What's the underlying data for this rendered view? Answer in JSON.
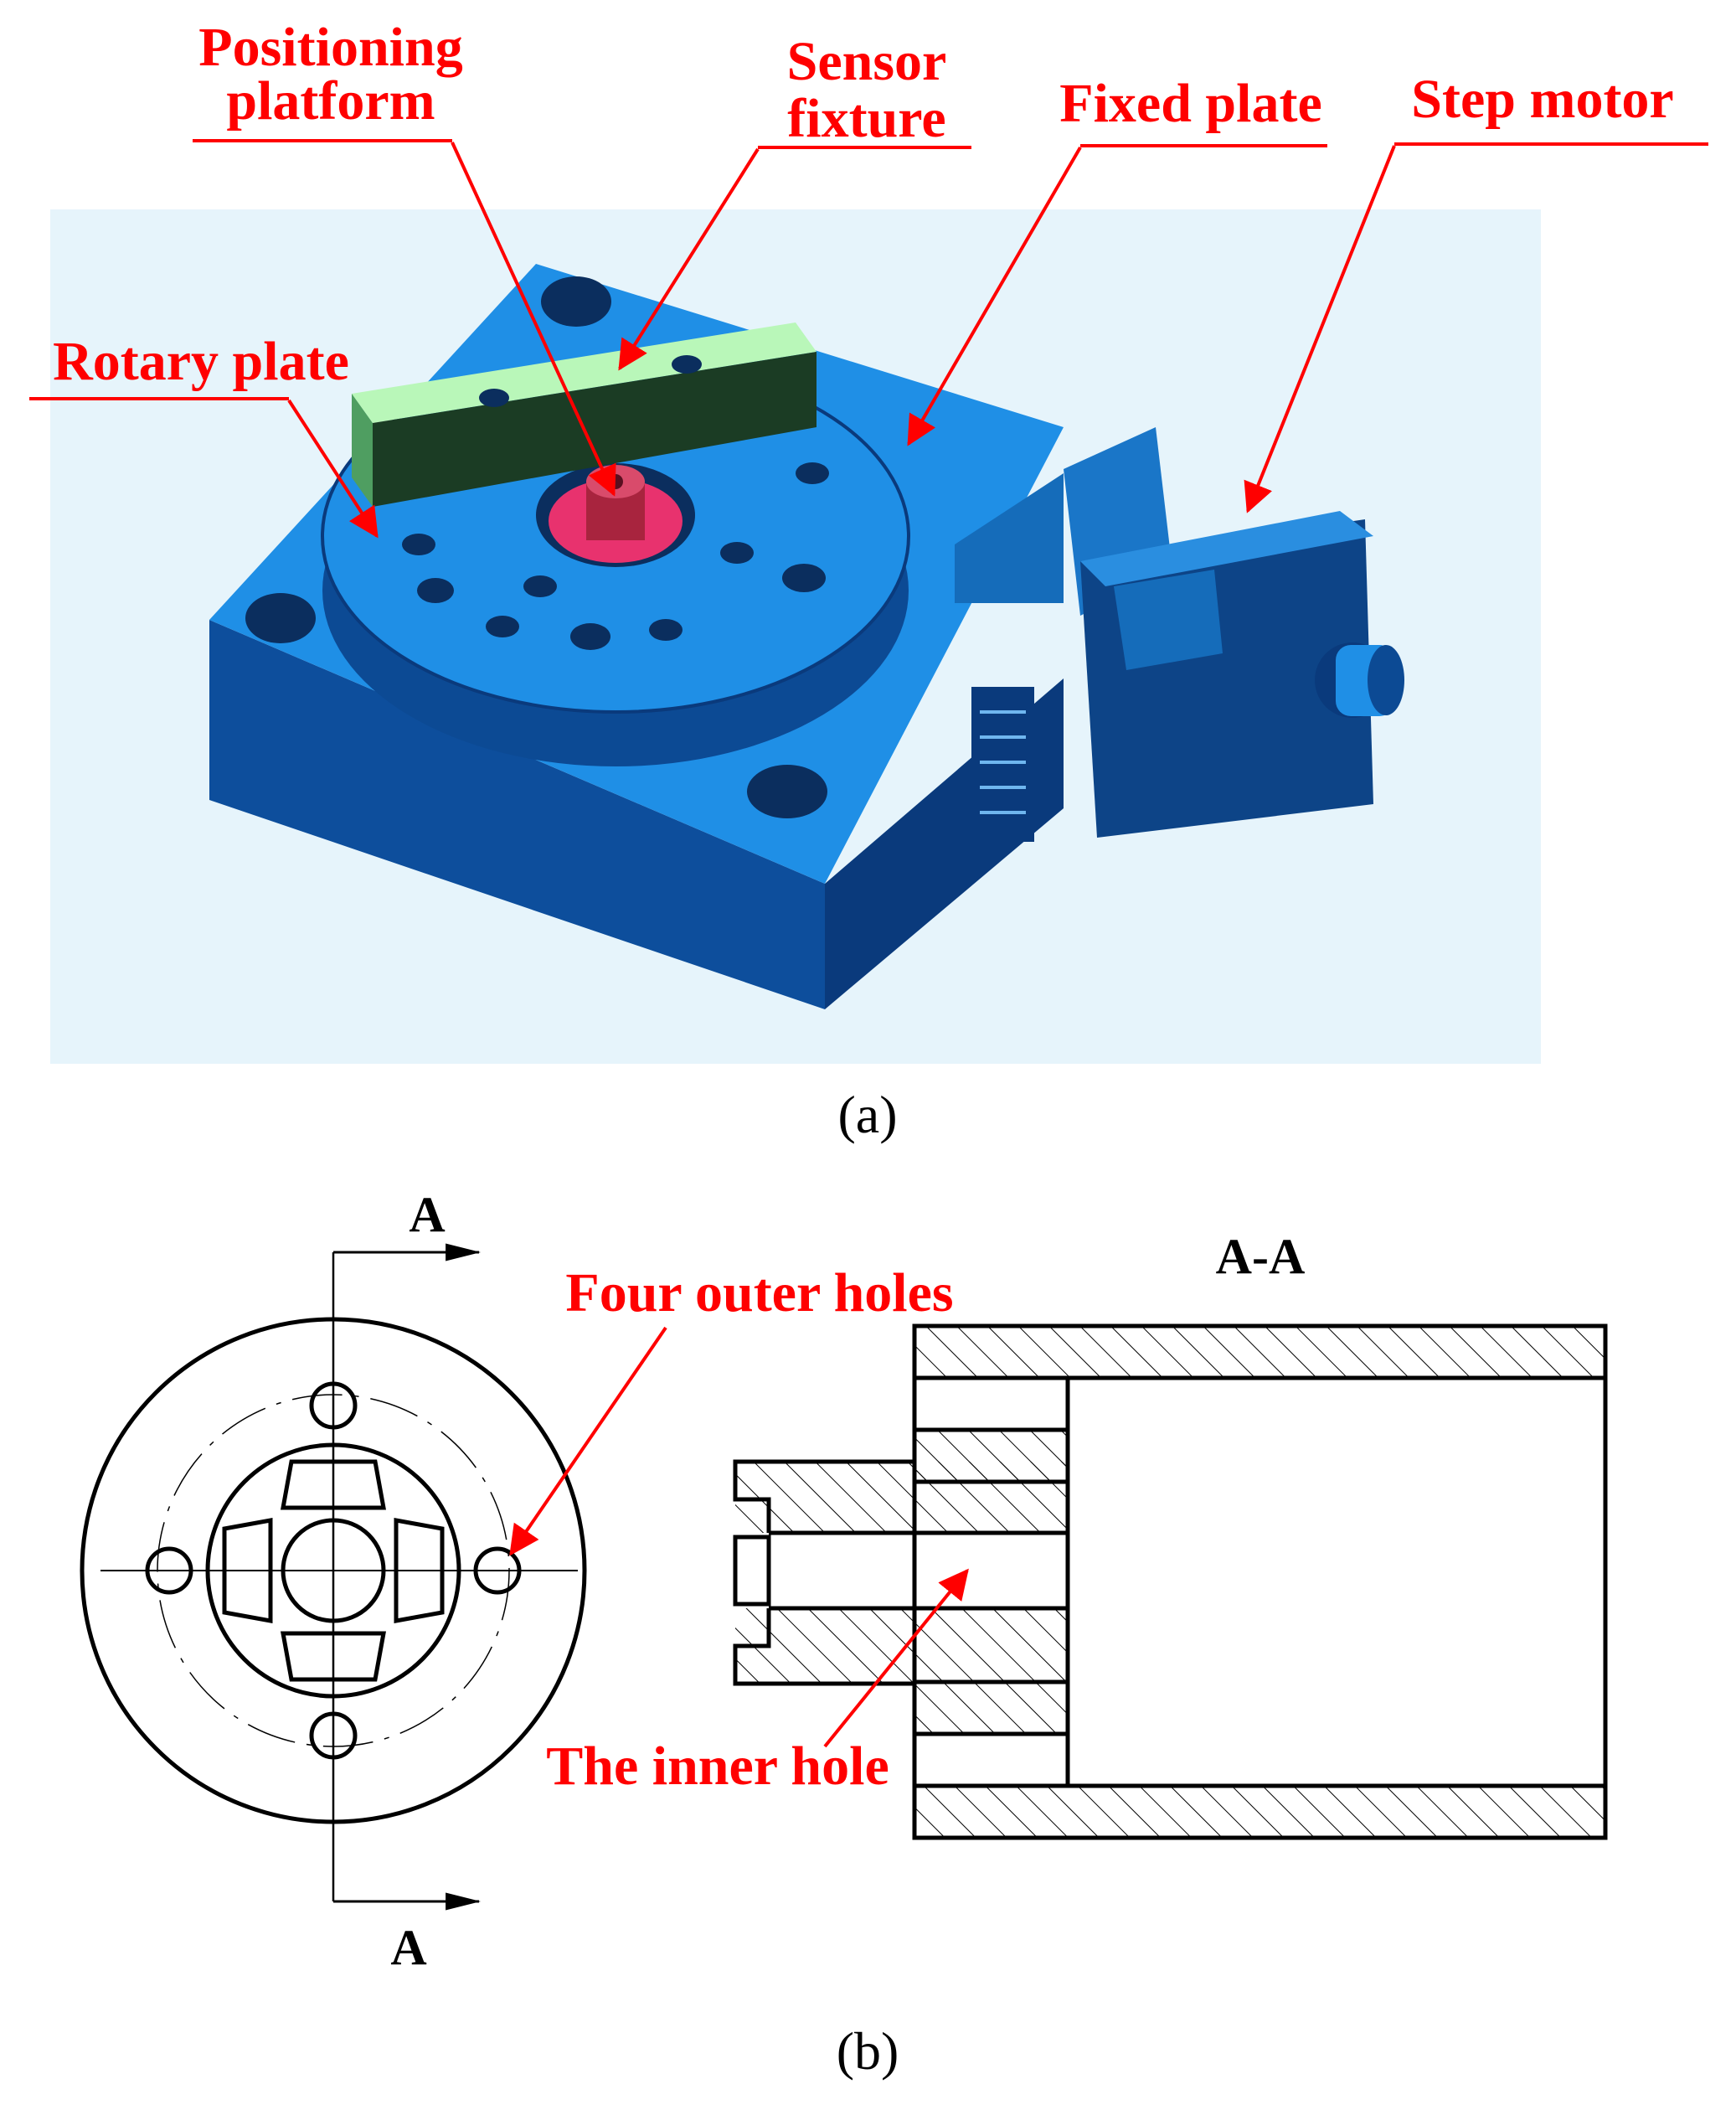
{
  "panel_a": {
    "caption": "(a)",
    "labels": {
      "positioning_platform_1": "Positioning",
      "positioning_platform_2": "platform",
      "sensor_fixture_1": "Sensor",
      "sensor_fixture_2": "fixture",
      "fixed_plate": "Fixed plate",
      "step_motor": "Step motor",
      "rotary_plate": "Rotary plate"
    }
  },
  "panel_b": {
    "caption": "(b)",
    "section_mark_top": "A",
    "section_mark_bottom": "A",
    "section_title": "A-A",
    "labels": {
      "four_outer_holes": "Four outer holes",
      "inner_hole": "The inner hole"
    }
  },
  "colors": {
    "annotation": "#ff0000",
    "background_panel": "#e6f4fb",
    "body_blue": "#1f8fe6",
    "body_dark": "#0b3f8f",
    "fixture_green": "#a6f0a6",
    "platform_pink": "#e8326e"
  }
}
